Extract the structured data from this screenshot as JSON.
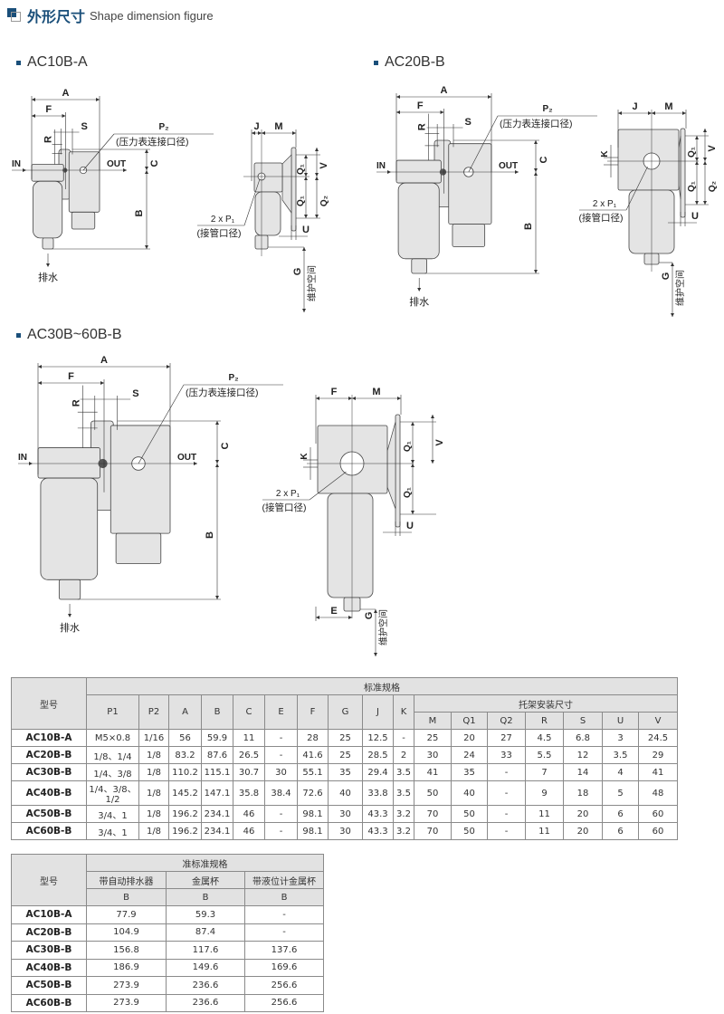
{
  "header": {
    "title_cn": "外形尺寸",
    "title_en": "Shape dimension figure"
  },
  "sections": [
    {
      "title": "AC10B-A"
    },
    {
      "title": "AC20B-B"
    },
    {
      "title": "AC30B~60B-B"
    }
  ],
  "drawings": {
    "front": {
      "A": "A",
      "F": "F",
      "S": "S",
      "R": "R",
      "C": "C",
      "B": "B",
      "in": "IN",
      "out": "OUT",
      "p2": "P₂",
      "p2_desc": "(压力表连接口径)",
      "drain": "排水"
    },
    "side": {
      "J": "J",
      "F": "F",
      "M": "M",
      "K": "K",
      "Q1": "Q₁",
      "Q2": "Q₂",
      "V": "V",
      "U": "U",
      "E": "E",
      "G": "G",
      "space": "维护空间",
      "p1": "2 x P₁",
      "p1_desc": "(接管口径)"
    }
  },
  "table1": {
    "model_header": "型号",
    "group_header": "标准规格",
    "bracket_header": "托架安装尺寸",
    "columns": [
      "P1",
      "P2",
      "A",
      "B",
      "C",
      "E",
      "F",
      "G",
      "J",
      "K"
    ],
    "bracket_columns": [
      "M",
      "Q1",
      "Q2",
      "R",
      "S",
      "U",
      "V"
    ],
    "rows": [
      [
        "AC10B-A",
        "M5×0.8",
        "1/16",
        "56",
        "59.9",
        "11",
        "-",
        "28",
        "25",
        "12.5",
        "-",
        "25",
        "20",
        "27",
        "4.5",
        "6.8",
        "3",
        "24.5"
      ],
      [
        "AC20B-B",
        "1/8、1/4",
        "1/8",
        "83.2",
        "87.6",
        "26.5",
        "-",
        "41.6",
        "25",
        "28.5",
        "2",
        "30",
        "24",
        "33",
        "5.5",
        "12",
        "3.5",
        "29"
      ],
      [
        "AC30B-B",
        "1/4、3/8",
        "1/8",
        "110.2",
        "115.1",
        "30.7",
        "30",
        "55.1",
        "35",
        "29.4",
        "3.5",
        "41",
        "35",
        "-",
        "7",
        "14",
        "4",
        "41"
      ],
      [
        "AC40B-B",
        "1/4、3/8、1/2",
        "1/8",
        "145.2",
        "147.1",
        "35.8",
        "38.4",
        "72.6",
        "40",
        "33.8",
        "3.5",
        "50",
        "40",
        "-",
        "9",
        "18",
        "5",
        "48"
      ],
      [
        "AC50B-B",
        "3/4、1",
        "1/8",
        "196.2",
        "234.1",
        "46",
        "-",
        "98.1",
        "30",
        "43.3",
        "3.2",
        "70",
        "50",
        "-",
        "11",
        "20",
        "6",
        "60"
      ],
      [
        "AC60B-B",
        "3/4、1",
        "1/8",
        "196.2",
        "234.1",
        "46",
        "-",
        "98.1",
        "30",
        "43.3",
        "3.2",
        "70",
        "50",
        "-",
        "11",
        "20",
        "6",
        "60"
      ]
    ]
  },
  "table2": {
    "model_header": "型号",
    "group_header": "准标准规格",
    "columns": [
      "带自动排水器",
      "金属杯",
      "带液位计金属杯"
    ],
    "sub_columns": [
      "B",
      "B",
      "B"
    ],
    "rows": [
      [
        "AC10B-A",
        "77.9",
        "59.3",
        "-"
      ],
      [
        "AC20B-B",
        "104.9",
        "87.4",
        "-"
      ],
      [
        "AC30B-B",
        "156.8",
        "117.6",
        "137.6"
      ],
      [
        "AC40B-B",
        "186.9",
        "149.6",
        "169.6"
      ],
      [
        "AC50B-B",
        "273.9",
        "236.6",
        "256.6"
      ],
      [
        "AC60B-B",
        "273.9",
        "236.6",
        "256.6"
      ]
    ]
  }
}
